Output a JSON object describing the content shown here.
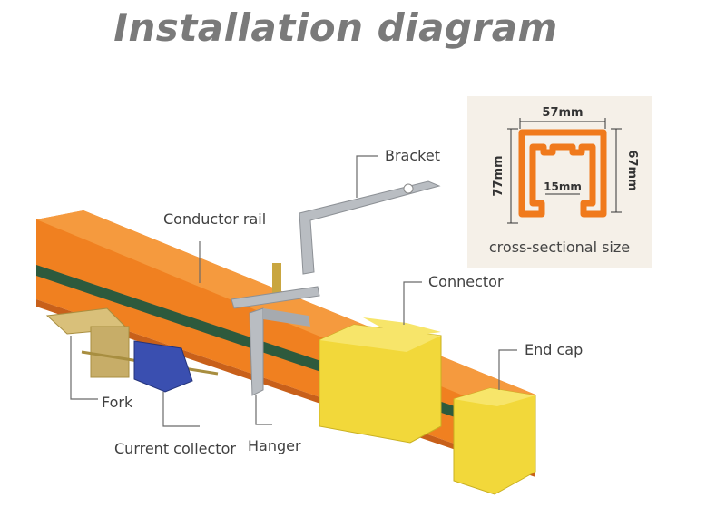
{
  "title": "Installation diagram",
  "labels": {
    "bracket": "Bracket",
    "conductor_rail": "Conductor rail",
    "connector": "Connector",
    "end_cap": "End cap",
    "fork": "Fork",
    "current_collector": "Current collector",
    "hanger": "Hanger"
  },
  "cross_section": {
    "caption": "cross-sectional size",
    "width": "57mm",
    "outer_height": "77mm",
    "inner_height": "67mm",
    "slot_width": "15mm"
  },
  "colors": {
    "rail": "#f07a1c",
    "stripe": "#2d5a3d",
    "connector": "#f2d83a",
    "metal": "#b8bcc0",
    "collector": "#3a4fb0"
  }
}
